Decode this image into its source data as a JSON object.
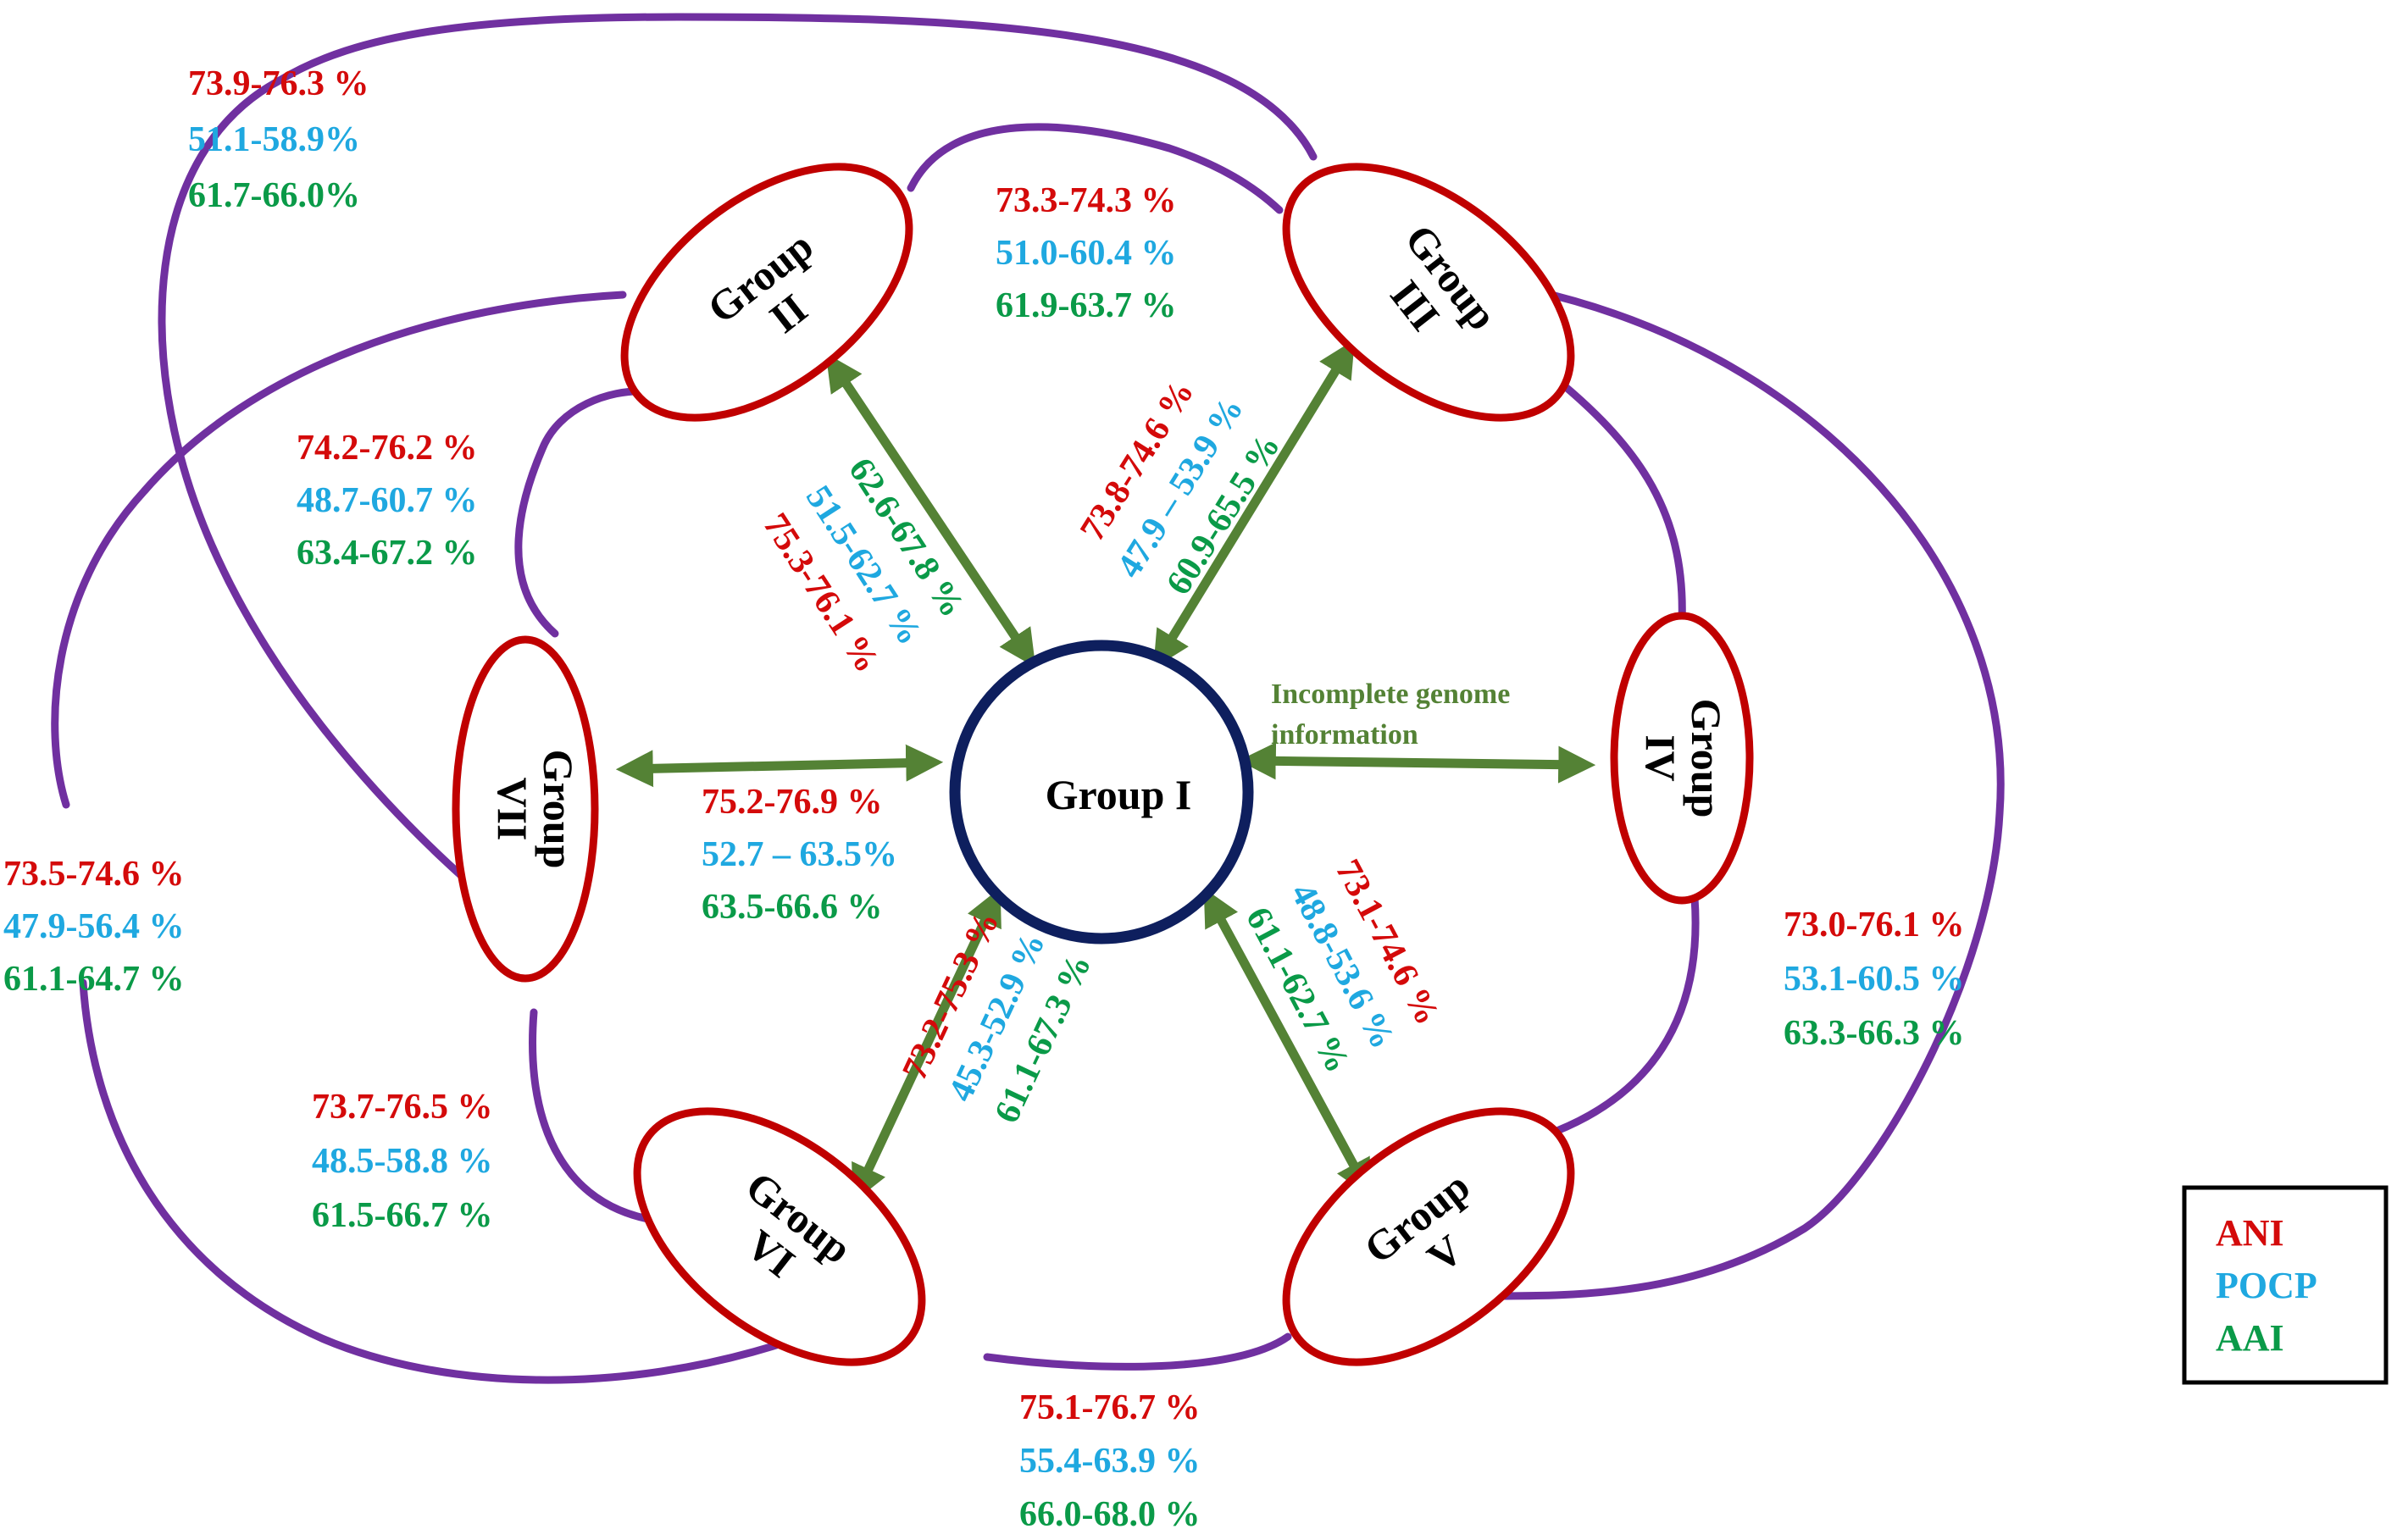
{
  "colors": {
    "ani": "#d40a0a",
    "pocp": "#1fa8e0",
    "aai": "#0a9a48",
    "arrow": "#548235",
    "link": "#7030a0",
    "group_outline": "#c00000",
    "center_outline": "#0e1f5e"
  },
  "groups": {
    "center": "Group I",
    "g2": [
      "Group",
      "II"
    ],
    "g3": [
      "Group",
      "III"
    ],
    "g4": [
      "Group",
      "IV"
    ],
    "g5": [
      "Group",
      "V"
    ],
    "g6": [
      "Group",
      "VI"
    ],
    "g7": [
      "Group",
      "VII"
    ]
  },
  "note": [
    "Incomplete genome",
    "information"
  ],
  "values": {
    "outer_top_left": [
      "73.9-76.3 %",
      "51.1-58.9%",
      "61.7-66.0%"
    ],
    "top_II_III": [
      "73.3-74.3 %",
      "51.0-60.4 %",
      "61.9-63.7 %"
    ],
    "upper_left_VII_II": [
      "74.2-76.2 %",
      "48.7-60.7 %",
      "63.4-67.2 %"
    ],
    "arrow_I_II": [
      "75.3-76.1 %",
      "51.5-62.7 %",
      "62.6-67.8 %"
    ],
    "arrow_I_III": [
      "73.8-74.6 %",
      "47.9 – 53.9 %",
      "60.9-65.5 %"
    ],
    "arrow_I_VII": [
      "75.2-76.9 %",
      "52.7 – 63.5%",
      "63.5-66.6 %"
    ],
    "outer_left": [
      "73.5-74.6 %",
      "47.9-56.4 %",
      "61.1-64.7 %"
    ],
    "arrow_I_VI": [
      "73.2-75.3 %",
      "45.3-52.9 %",
      "61.1-67.3 %"
    ],
    "arrow_I_V": [
      "73.1-74.6 %",
      "48.8-53.6 %",
      "61.1-62.7 %"
    ],
    "outer_right": [
      "73.0-76.1 %",
      "53.1-60.5 %",
      "63.3-66.3 %"
    ],
    "lower_left_VII_VI": [
      "73.7-76.5 %",
      "48.5-58.8 %",
      "61.5-66.7 %"
    ],
    "bottom_VI_V": [
      "75.1-76.7 %",
      "55.4-63.9 %",
      "66.0-68.0 %"
    ]
  },
  "legend": [
    "ANI",
    "POCP",
    "AAI"
  ]
}
